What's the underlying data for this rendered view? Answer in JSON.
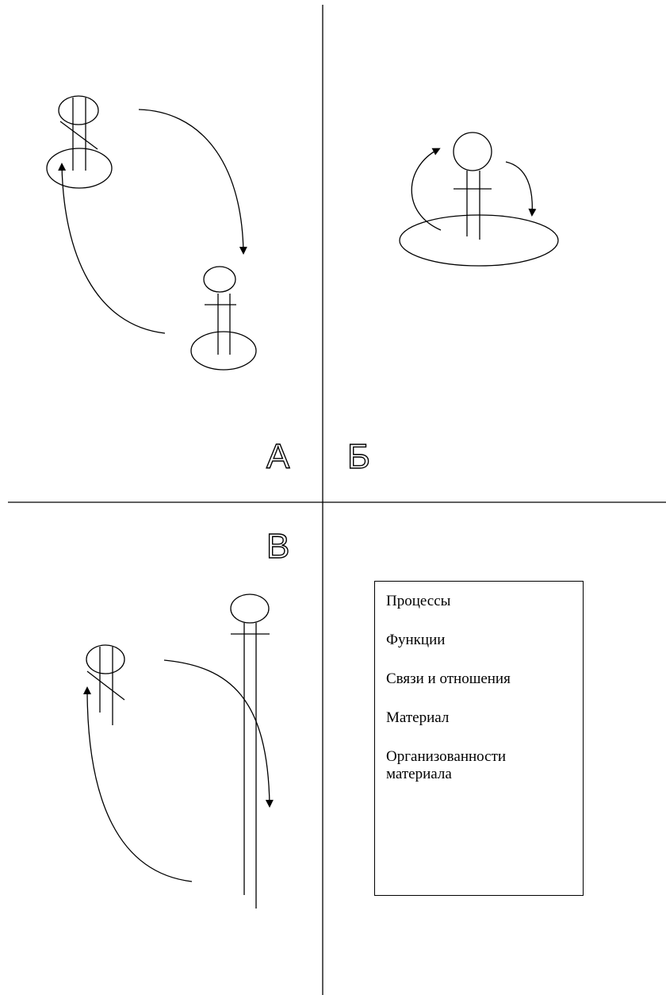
{
  "quadrants": {
    "top_left": {
      "label": "А"
    },
    "top_right": {
      "label": "Б"
    },
    "bottom_left": {
      "label": "В"
    }
  },
  "legend": {
    "items": [
      "Процессы",
      "Функции",
      "Связи и отношения",
      "Материал",
      "Организованности\nматериала"
    ]
  },
  "colors": {
    "line": "#000000",
    "background": "#ffffff"
  }
}
